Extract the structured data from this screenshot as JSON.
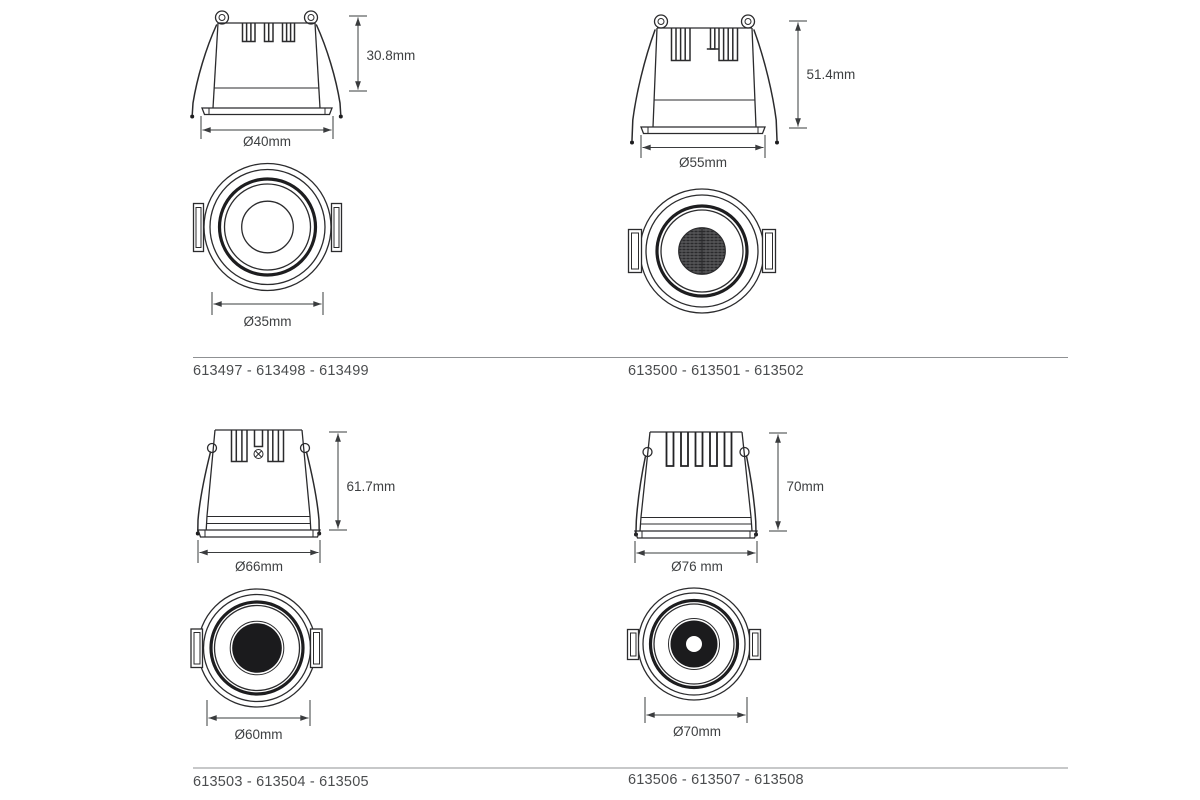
{
  "page": {
    "background": "#ffffff",
    "line_color": "#2b2b2d",
    "dimension_text_color": "#3e4042",
    "code_text_color": "#4b4d4f",
    "divider_color": "#8f9193"
  },
  "products": [
    {
      "height_label": "30.8mm",
      "side_diameter_label": "Ø40mm",
      "front_diameter_label": "Ø35mm",
      "codes_label": "613497 - 613498 - 613499"
    },
    {
      "height_label": "51.4mm",
      "side_diameter_label": "Ø55mm",
      "codes_label": "613500 - 613501 - 613502"
    },
    {
      "height_label": "61.7mm",
      "side_diameter_label": "Ø66mm",
      "front_diameter_label": "Ø60mm",
      "codes_label": "613503 - 613504 - 613505"
    },
    {
      "height_label": "70mm",
      "side_diameter_label": "Ø76 mm",
      "front_diameter_label": "Ø70mm",
      "codes_label": "613506 - 613507 - 613508"
    }
  ]
}
